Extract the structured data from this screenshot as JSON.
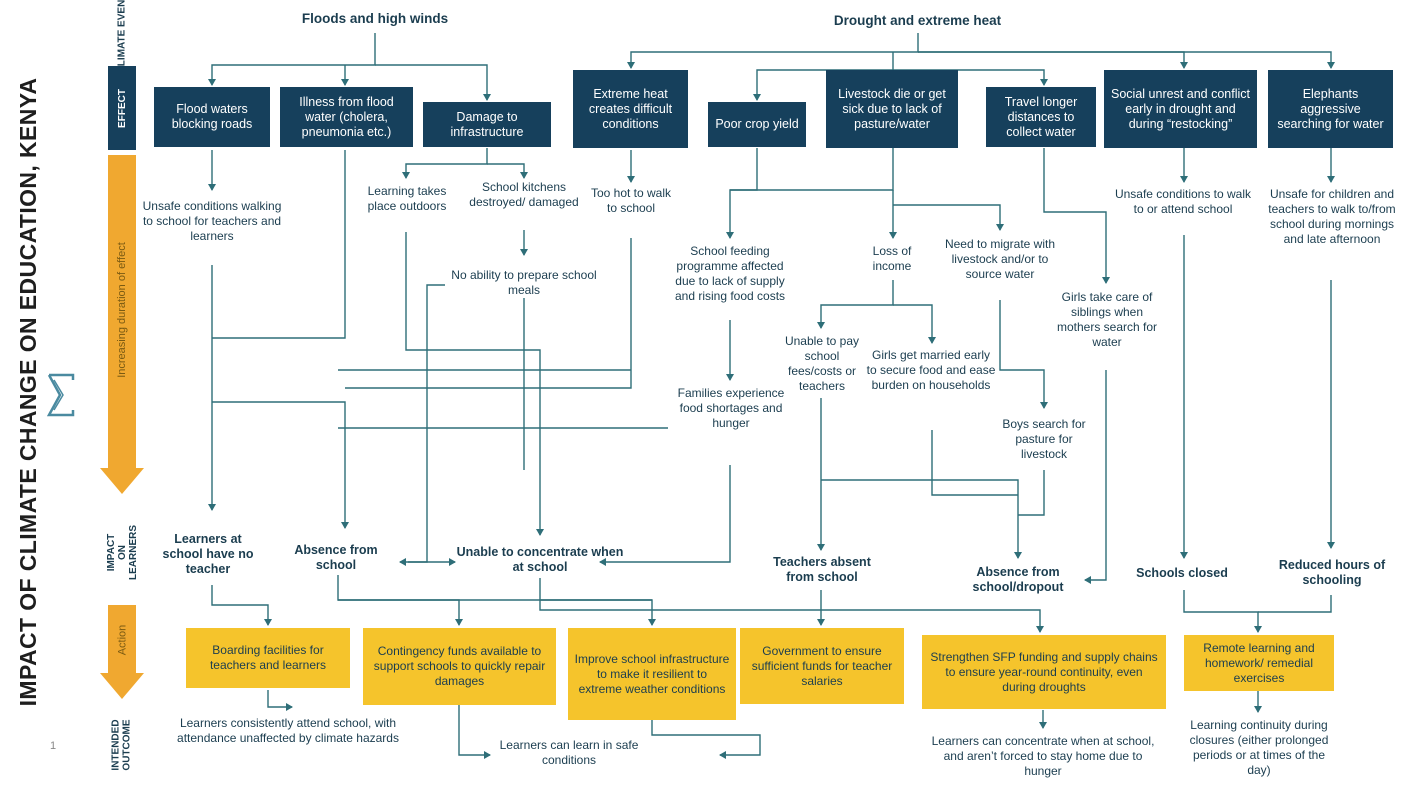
{
  "title": "IMPACT OF CLIMATE CHANGE ON EDUCATION, KENYA",
  "page_number": "1",
  "logo_icon": "sigma-logo-icon",
  "bands": {
    "climate_event": "CLIMATE EVENT",
    "effect": "EFFECT",
    "duration": "Increasing duration of effect",
    "impact": "IMPACT ON LEARNERS",
    "action": "Action",
    "outcome": "INTENDED OUTCOME"
  },
  "events": {
    "floods": "Floods and high winds",
    "drought": "Drought and extreme heat"
  },
  "effects": {
    "flood_waters": "Flood waters blocking roads",
    "illness": "Illness from flood water (cholera, pneumonia etc.)",
    "infrastructure": "Damage to infrastructure",
    "extreme_heat": "Extreme heat creates difficult conditions",
    "poor_crop": "Poor crop yield",
    "livestock": "Livestock die or get sick due to lack of pasture/water",
    "travel_water": "Travel longer distances to collect water",
    "social_unrest": "Social unrest and conflict early in drought and during “restocking”",
    "elephants": "Elephants aggressive searching for water"
  },
  "intermediate": {
    "unsafe_walk": "Unsafe conditions walking to school for teachers and learners",
    "outdoors": "Learning takes place outdoors",
    "kitchens": "School kitchens destroyed/ damaged",
    "no_meals": "No ability to prepare school meals",
    "too_hot": "Too hot to walk to school",
    "feeding": "School feeding programme affected due to lack of supply and rising food costs",
    "loss_income": "Loss of income",
    "migrate": "Need to migrate with livestock and/or to source water",
    "girls_siblings": "Girls take care of siblings when mothers search for water",
    "unsafe_attend": "Unsafe conditions to walk to or attend school",
    "unsafe_children": "Unsafe for children and teachers to walk to/from school during mornings and late afternoon",
    "fees": "Unable to pay school fees/costs or teachers",
    "married": "Girls get married early to secure food and ease burden on households",
    "food_short": "Families experience food shortages and hunger",
    "boys_pasture": "Boys search for pasture for livestock"
  },
  "impacts": {
    "no_teacher": "Learners at school have no teacher",
    "absence": "Absence from school",
    "concentrate": "Unable to concentrate when at school",
    "teachers_absent": "Teachers absent from school",
    "dropout": "Absence from school/dropout",
    "closed": "Schools closed",
    "reduced": "Reduced hours of schooling"
  },
  "actions": {
    "boarding": "Boarding facilities for teachers and learners",
    "contingency": "Contingency funds available to support schools to quickly repair damages",
    "infra": "Improve school infrastructure to make it resilient to extreme weather conditions",
    "govt": "Government to ensure sufficient funds for teacher salaries",
    "sfp": "Strengthen SFP funding and supply chains to ensure year-round continuity, even during droughts",
    "remote": "Remote learning and homework/ remedial exercises"
  },
  "outcomes": {
    "attend": "Learners consistently attend school, with attendance unaffected by climate hazards",
    "safe": "Learners can learn in safe conditions",
    "hunger": "Learners can concentrate when at school, and aren’t forced to stay home due to hunger",
    "continuity": "Learning continuity during closures (either prolonged periods or at times of the day)"
  },
  "colors": {
    "navy": "#16405c",
    "yellow": "#f5c42c",
    "orange": "#f0a830",
    "line": "#2e6e78",
    "text": "#1b3d4f"
  }
}
